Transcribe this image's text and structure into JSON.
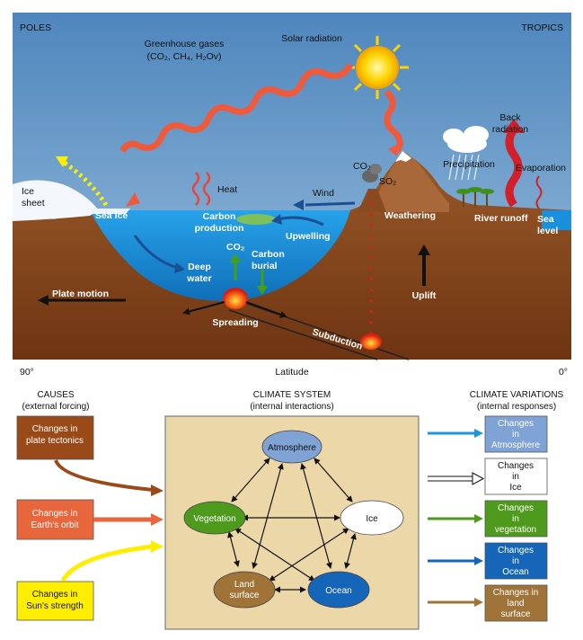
{
  "top_diagram": {
    "poles_label": "POLES",
    "tropics_label": "TROPICS",
    "greenhouse_gases_label": "Greenhouse gases",
    "greenhouse_gases_formula": "(CO₂, CH₄, H₂Ov)",
    "solar_radiation_label": "Solar radiation",
    "back_radiation_label_1": "Back",
    "back_radiation_label_2": "radiation",
    "precipitation_label": "Precipitation",
    "evaporation_label": "Evaporation",
    "ice_sheet_label_1": "Ice",
    "ice_sheet_label_2": "sheet",
    "sea_ice_label": "Sea ice",
    "heat_label": "Heat",
    "wind_label": "Wind",
    "co2_volcano_label": "CO₂",
    "so2_volcano_label": "SO₂",
    "weathering_label": "Weathering",
    "river_runoff_label": "River runoff",
    "sea_level_label_1": "Sea",
    "sea_level_label_2": "level",
    "carbon_production_label_1": "Carbon",
    "carbon_production_label_2": "production",
    "upwelling_label": "Upwelling",
    "co2_ocean_label": "CO₂",
    "carbon_burial_label_1": "Carbon",
    "carbon_burial_label_2": "burial",
    "deep_water_label_1": "Deep",
    "deep_water_label_2": "water",
    "plate_motion_label": "Plate motion",
    "uplift_label": "Uplift",
    "spreading_label": "Spreading",
    "subduction_label": "Subduction",
    "axis_left": "90°",
    "axis_center": "Latitude",
    "axis_right": "0°"
  },
  "bottom_diagram": {
    "causes_title": "CAUSES",
    "causes_subtitle": "(external forcing)",
    "system_title": "CLIMATE SYSTEM",
    "system_subtitle": "(internal interactions)",
    "variations_title": "CLIMATE VARIATIONS",
    "variations_subtitle": "(internal responses)",
    "causes": [
      {
        "line1": "Changes in",
        "line2": "plate tectonics"
      },
      {
        "line1": "Changes in",
        "line2": "Earth's orbit"
      },
      {
        "line1": "Changes in",
        "line2": "Sun's strength"
      }
    ],
    "nodes": {
      "atmosphere": "Atmosphere",
      "vegetation": "Vegetation",
      "ice": "Ice",
      "land_line1": "Land",
      "land_line2": "surface",
      "ocean": "Ocean"
    },
    "variations": [
      {
        "line1": "Changes",
        "line2": "in",
        "line3": "Atmosphere"
      },
      {
        "line1": "Changes",
        "line2": "in",
        "line3": "Ice"
      },
      {
        "line1": "Changes",
        "line2": "in",
        "line3": "vegetation"
      },
      {
        "line1": "Changes",
        "line2": "in",
        "line3": "Ocean"
      },
      {
        "line1": "Changes in",
        "line2": "land",
        "line3": "surface"
      }
    ]
  },
  "colors": {
    "sky": "#6f9fc8",
    "ocean": "#1a8fdc",
    "land": "#8a4a1f",
    "system_box": "#ecd7a8",
    "atmosphere": "#7fa3d4",
    "vegetation": "#4e9a1c",
    "ocean_node": "#1565b8",
    "land_node": "#a07438",
    "tectonics": "#9a4a18",
    "orbit": "#e8663c",
    "sun_strength": "#ffee00"
  }
}
